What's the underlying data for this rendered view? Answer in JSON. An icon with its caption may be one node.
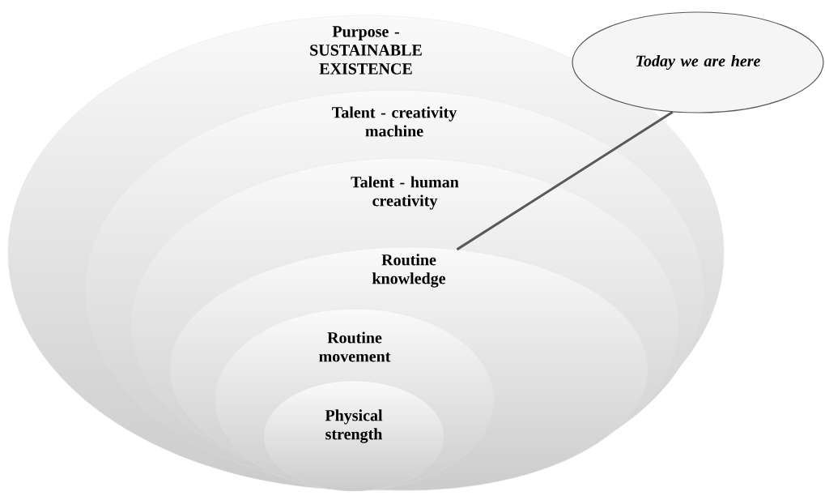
{
  "diagram": {
    "nodes": [
      {
        "text": [
          "Purpose - SUSTAINABLE EXISTENCE"
        ]
      },
      {
        "text": [
          "Talent - creativity machine"
        ],
        "in": 0
      },
      {
        "text": [
          "Talent - human creativity"
        ],
        "in": 1
      },
      {
        "text": [
          "Routine knowledge"
        ],
        "in": 2
      },
      {
        "text": [
          "Routine movement"
        ],
        "in": 3
      },
      {
        "text": [
          "Physical strength"
        ],
        "in": 4
      },
      {
        "text": [
          "Today we are here"
        ]
      }
    ],
    "edges": [
      {
        "from": 6,
        "to": 3,
        "arrow": "none"
      }
    ]
  }
}
